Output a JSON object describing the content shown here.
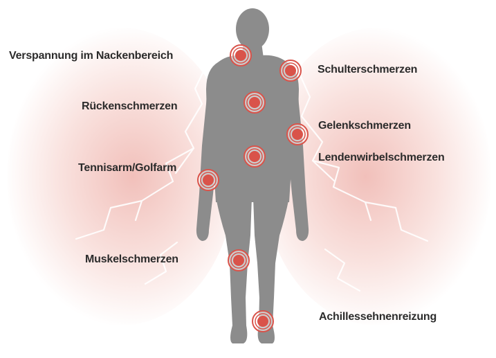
{
  "labels": {
    "neck": "Verspannung im Nackenbereich",
    "back": "Rückenschmerzen",
    "tennis": "Tennisarm/Golfarm",
    "muscle": "Muskelschmerzen",
    "shoulder": "Schulterschmerzen",
    "joint": "Gelenkschmerzen",
    "lumbar": "Lendenwirbelschmerzen",
    "achilles": "Achillessehnenreizung"
  },
  "colors": {
    "body": "#8c8c8c",
    "pain_marker": "#d9534a",
    "glow": "#f0b0a6",
    "text": "#2b2b2b"
  }
}
